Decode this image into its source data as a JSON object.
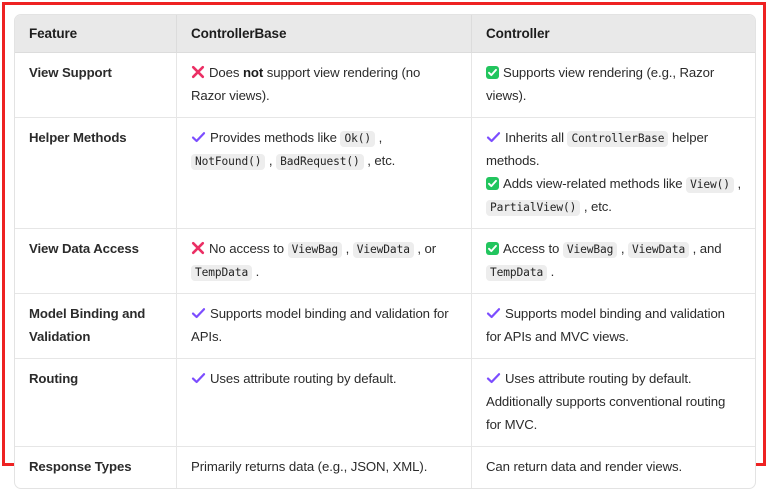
{
  "frame": {
    "border_color": "#ee2222",
    "background": "#ffffff"
  },
  "table": {
    "header_background": "#e9e9e9",
    "border_color": "#e3e3e3",
    "columns": [
      {
        "key": "feature",
        "label": "Feature"
      },
      {
        "key": "controllerbase",
        "label": "ControllerBase"
      },
      {
        "key": "controller",
        "label": "Controller"
      }
    ],
    "icons": {
      "cross": {
        "name": "cross-icon",
        "color": "#eb2f64",
        "glyph": "✖"
      },
      "check": {
        "name": "check-icon",
        "color": "#7c4dff",
        "glyph": "✔"
      },
      "green_check_box": {
        "name": "green-check-box-icon",
        "color": "#22c55e",
        "glyph": "✓"
      }
    },
    "rows": [
      {
        "feature": "View Support",
        "controllerbase": {
          "icon": "cross",
          "text_before_bold": "Does ",
          "bold": "not",
          "text_after_bold": " support view rendering (no Razor views)."
        },
        "controller": {
          "icon": "green_check_box",
          "text": "Supports view rendering (e.g., Razor views)."
        }
      },
      {
        "feature": "Helper Methods",
        "controllerbase": {
          "icon": "check",
          "text_1": "Provides methods like ",
          "code_1": "Ok()",
          "text_2": " , ",
          "code_2": "NotFound()",
          "text_3": " , ",
          "code_3": "BadRequest()",
          "text_4": " , etc."
        },
        "controller": {
          "icon": "check",
          "text_1": "Inherits all ",
          "code_1": "ControllerBase",
          "text_2": " helper methods.",
          "icon_2": "green_check_box",
          "text_3": "Adds view-related methods like ",
          "code_2": "View()",
          "text_4": " , ",
          "code_3": "PartialView()",
          "text_5": " , etc."
        }
      },
      {
        "feature": "View Data Access",
        "controllerbase": {
          "icon": "cross",
          "text_1": "No access to ",
          "code_1": "ViewBag",
          "text_2": " , ",
          "code_2": "ViewData",
          "text_3": " , or ",
          "code_3": "TempData",
          "text_4": " ."
        },
        "controller": {
          "icon": "green_check_box",
          "text_1": "Access to ",
          "code_1": "ViewBag",
          "text_2": " , ",
          "code_2": "ViewData",
          "text_3": " , and ",
          "code_3": "TempData",
          "text_4": " ."
        }
      },
      {
        "feature": "Model Binding and Validation",
        "controllerbase": {
          "icon": "check",
          "text": "Supports model binding and validation for APIs."
        },
        "controller": {
          "icon": "check",
          "text": "Supports model binding and validation for APIs and MVC views."
        }
      },
      {
        "feature": "Routing",
        "controllerbase": {
          "icon": "check",
          "text": "Uses attribute routing by default."
        },
        "controller": {
          "icon": "check",
          "text": "Uses attribute routing by default. Additionally supports conventional routing for MVC."
        }
      },
      {
        "feature": "Response Types",
        "controllerbase": {
          "icon": "none",
          "text": "Primarily returns data (e.g., JSON, XML)."
        },
        "controller": {
          "icon": "none",
          "text": "Can return data and render views."
        }
      }
    ]
  }
}
